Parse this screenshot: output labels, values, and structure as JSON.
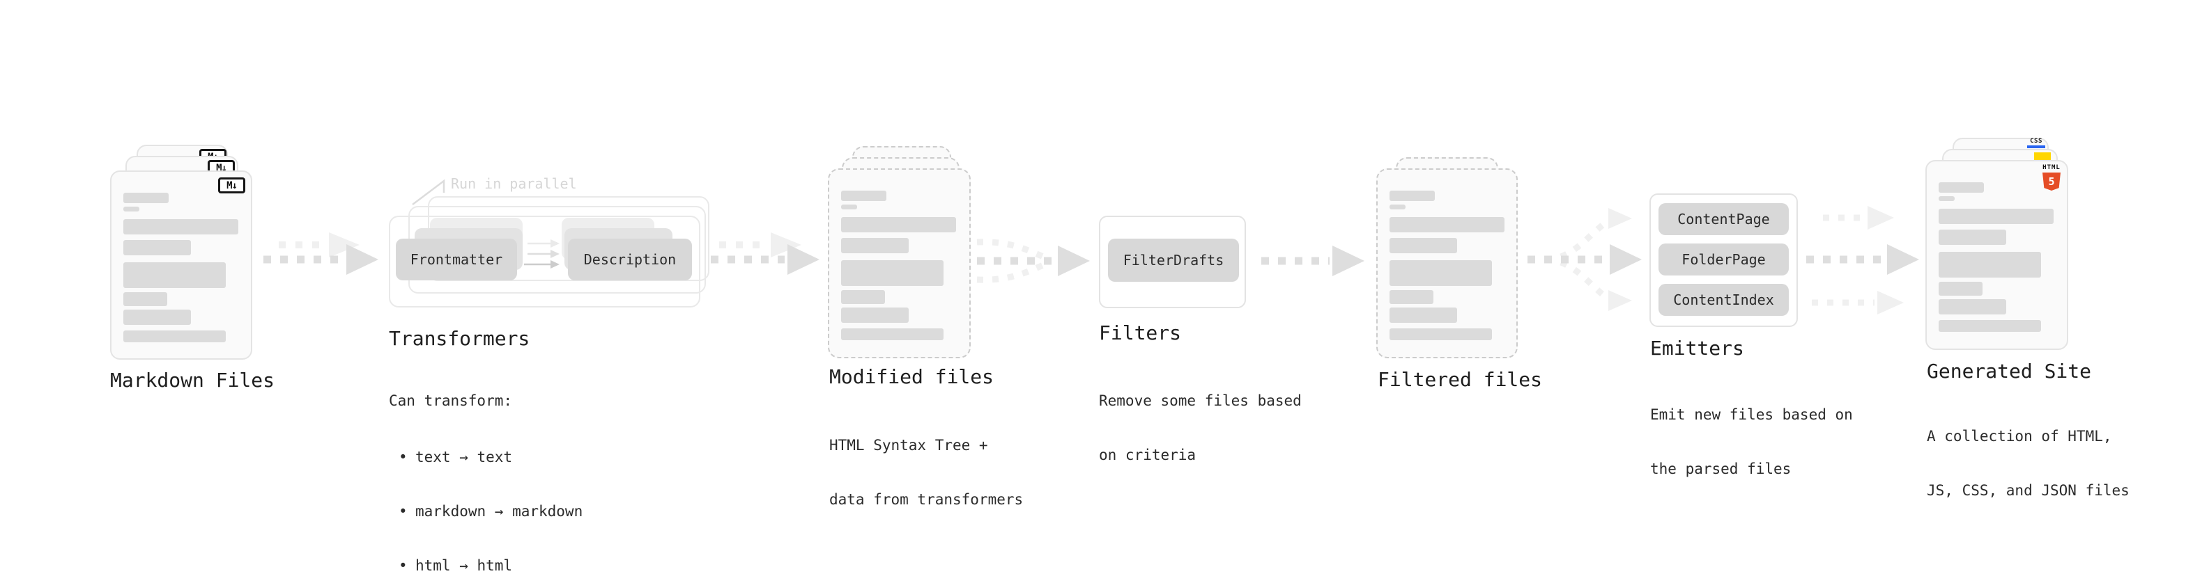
{
  "diagram": {
    "markdown_files": {
      "label": "Markdown Files",
      "badge": "M↓"
    },
    "transformers": {
      "label": "Transformers",
      "parallel_note": "Run in parallel",
      "step1": "Frontmatter",
      "step2": "Description",
      "caption_title": "Can transform:",
      "bullet_char": "•",
      "bullets": [
        "text → text",
        "markdown → markdown",
        "html → html"
      ]
    },
    "modified_files": {
      "label": "Modified files",
      "caption_line1": "HTML Syntax Tree +",
      "caption_line2": "data from transformers"
    },
    "filters": {
      "label": "Filters",
      "step1": "FilterDrafts",
      "caption_line1": "Remove some files based",
      "caption_line2": "on criteria"
    },
    "filtered_files": {
      "label": "Filtered files"
    },
    "emitters": {
      "label": "Emitters",
      "step1": "ContentPage",
      "step2": "FolderPage",
      "step3": "ContentIndex",
      "caption_line1": "Emit new files based on",
      "caption_line2": "the parsed files"
    },
    "generated_site": {
      "label": "Generated Site",
      "caption_line1": "A collection of HTML,",
      "caption_line2": "JS, CSS, and JSON files",
      "css_badge": "CSS",
      "html_badge_label": "HTML",
      "html_badge_number": "5"
    },
    "colors": {
      "html5_orange": "#e54d26",
      "js_yellow": "#ffd600",
      "css_blue": "#2965f1",
      "arrow_dark": "#dedede",
      "arrow_light": "#f0f0f0"
    }
  }
}
